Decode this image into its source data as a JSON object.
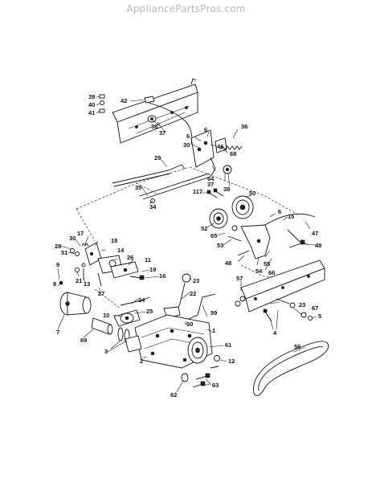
{
  "watermark": "AppliancePartsPros.com",
  "callouts": [
    {
      "id": "c39",
      "text": "39"
    },
    {
      "id": "c40",
      "text": "40"
    },
    {
      "id": "c41",
      "text": "41"
    },
    {
      "id": "c42",
      "text": "42"
    },
    {
      "id": "c38a",
      "text": "38"
    },
    {
      "id": "c37a",
      "text": "37"
    },
    {
      "id": "c30a",
      "text": "30"
    },
    {
      "id": "c6a",
      "text": "6"
    },
    {
      "id": "c6b",
      "text": "6"
    },
    {
      "id": "c36a",
      "text": "36"
    },
    {
      "id": "c46",
      "text": "46"
    },
    {
      "id": "c68",
      "text": "68"
    },
    {
      "id": "c64",
      "text": "64"
    },
    {
      "id": "c37b",
      "text": "37"
    },
    {
      "id": "c38b",
      "text": "38"
    },
    {
      "id": "c29",
      "text": "29"
    },
    {
      "id": "c35",
      "text": "35"
    },
    {
      "id": "c34",
      "text": "34"
    },
    {
      "id": "c117",
      "text": "117"
    },
    {
      "id": "c50",
      "text": "50"
    },
    {
      "id": "c6c",
      "text": "6"
    },
    {
      "id": "c15",
      "text": "15"
    },
    {
      "id": "c47",
      "text": "47"
    },
    {
      "id": "c52",
      "text": "52"
    },
    {
      "id": "c65",
      "text": "65"
    },
    {
      "id": "c53",
      "text": "53"
    },
    {
      "id": "c48a",
      "text": "48"
    },
    {
      "id": "c48b",
      "text": "48"
    },
    {
      "id": "c54",
      "text": "54"
    },
    {
      "id": "c55",
      "text": "55"
    },
    {
      "id": "c66",
      "text": "66"
    },
    {
      "id": "c28",
      "text": "28"
    },
    {
      "id": "c51",
      "text": "51"
    },
    {
      "id": "c30b",
      "text": "30"
    },
    {
      "id": "c17",
      "text": "17"
    },
    {
      "id": "c18",
      "text": "18"
    },
    {
      "id": "c14",
      "text": "14"
    },
    {
      "id": "c26",
      "text": "26"
    },
    {
      "id": "c11",
      "text": "11"
    },
    {
      "id": "c9",
      "text": "9"
    },
    {
      "id": "c21",
      "text": "21"
    },
    {
      "id": "c13",
      "text": "13"
    },
    {
      "id": "c19",
      "text": "19"
    },
    {
      "id": "c16",
      "text": "16"
    },
    {
      "id": "c8",
      "text": "8"
    },
    {
      "id": "c27",
      "text": "27"
    },
    {
      "id": "c23a",
      "text": "23"
    },
    {
      "id": "c22",
      "text": "22"
    },
    {
      "id": "c57",
      "text": "57"
    },
    {
      "id": "c24",
      "text": "24"
    },
    {
      "id": "c25",
      "text": "25"
    },
    {
      "id": "c10",
      "text": "10"
    },
    {
      "id": "c59",
      "text": "59"
    },
    {
      "id": "c60",
      "text": "60"
    },
    {
      "id": "c23b",
      "text": "23"
    },
    {
      "id": "c67",
      "text": "67"
    },
    {
      "id": "c5",
      "text": "5"
    },
    {
      "id": "c4",
      "text": "4"
    },
    {
      "id": "c7",
      "text": "7"
    },
    {
      "id": "c69",
      "text": "69"
    },
    {
      "id": "c3",
      "text": "3"
    },
    {
      "id": "c2",
      "text": "2"
    },
    {
      "id": "c1",
      "text": "1"
    },
    {
      "id": "c61",
      "text": "61"
    },
    {
      "id": "c56",
      "text": "56"
    },
    {
      "id": "c12",
      "text": "12"
    },
    {
      "id": "c62",
      "text": "62"
    },
    {
      "id": "c63",
      "text": "63"
    }
  ]
}
